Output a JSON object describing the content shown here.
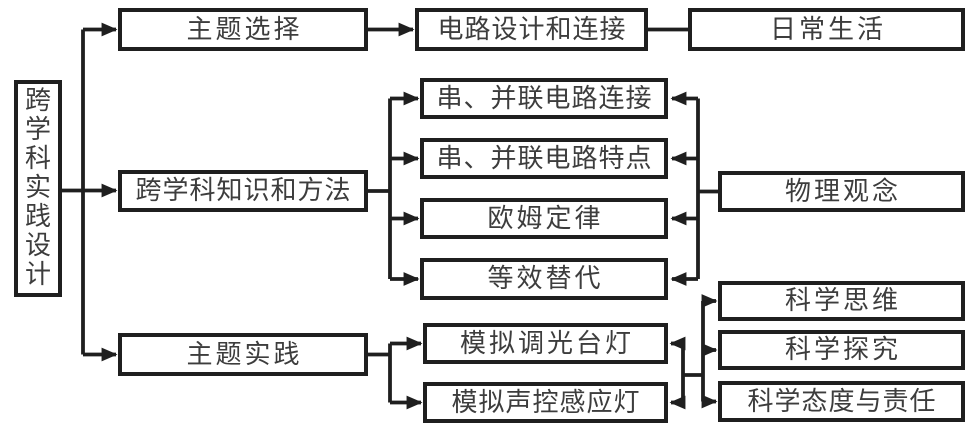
{
  "colors": {
    "line": "#1f1f1f",
    "text": "#3d3d3d",
    "node_background": "#ffffff",
    "page_background": "#ffffff"
  },
  "diagram": {
    "root": {
      "label": "跨学科实践设计"
    },
    "branch_topic_selection": {
      "label": "主题选择",
      "child": {
        "label": "电路设计和连接",
        "context": {
          "label": "日常生活"
        }
      }
    },
    "branch_knowledge": {
      "label": "跨学科知识和方法",
      "items": [
        {
          "label": "串、并联电路连接"
        },
        {
          "label": "串、并联电路特点"
        },
        {
          "label": "欧姆定律"
        },
        {
          "label": "等效替代"
        }
      ],
      "category": {
        "label": "物理观念"
      }
    },
    "branch_practice": {
      "label": "主题实践",
      "items": [
        {
          "label": "模拟调光台灯"
        },
        {
          "label": "模拟声控感应灯"
        }
      ],
      "categories": [
        {
          "label": "科学思维"
        },
        {
          "label": "科学探究"
        },
        {
          "label": "科学态度与责任"
        }
      ]
    }
  }
}
